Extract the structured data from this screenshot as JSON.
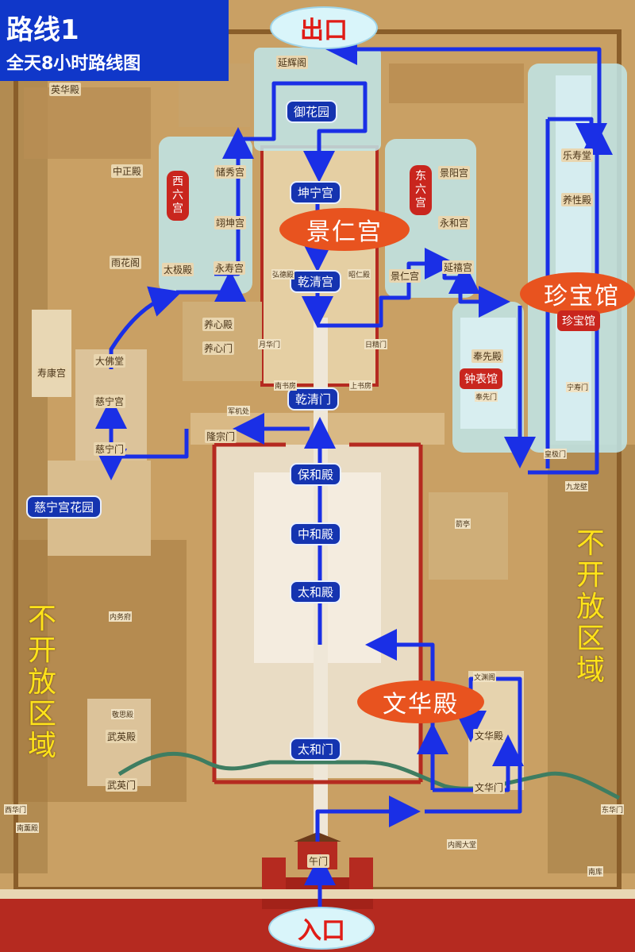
{
  "header": {
    "route_title": "路线1",
    "route_subtitle": "全天8小时路线图"
  },
  "gates": {
    "exit": "出口",
    "entrance": "入口"
  },
  "route_stops": {
    "yuhuayuan": "御花园",
    "kunninggong": "坤宁宫",
    "qianqinggong": "乾清宫",
    "qianqingmen": "乾清门",
    "baohedian": "保和殿",
    "zhonghedian": "中和殿",
    "taihedian": "太和殿",
    "taihemen": "太和门",
    "cininggonghuayuan": "慈宁宫花园"
  },
  "highlights": {
    "jingrengong": "景仁宫",
    "zhenbaoguan_big": "珍宝馆",
    "wenhuadian_big": "文华殿",
    "zhenbaoguan_badge": "珍宝馆",
    "zhongbiaoguan": "钟表馆",
    "xiliugong": "西六宫",
    "dongliugong": "东六宫"
  },
  "closed_areas": {
    "left": "不开放区域",
    "right": "不开放区域"
  },
  "map_labels": {
    "yanhuige": "延辉阁",
    "yingpandian": "英华殿",
    "zhongzhengdian": "中正殿",
    "yuhuage": "雨花阁",
    "chuxiugong": "储秀宫",
    "yikungong": "翊坤宫",
    "taijidian": "太极殿",
    "yongshougong": "永寿宫",
    "yangxindian": "养心殿",
    "yangxinmen": "养心门",
    "shoukanggong": "寿康宫",
    "dafotang": "大佛堂",
    "ciningong": "慈宁宫",
    "ciningmen": "慈宁门",
    "longzongmen": "隆宗门",
    "junjichu": "军机处",
    "yongheggong": "永和宫",
    "jingyanggong": "景阳宫",
    "yanxigong": "延禧宫",
    "jingrengong_small": "景仁宫",
    "fengxiandian": "奉先殿",
    "fengxianmen": "奉先门",
    "leshoutang": "乐寿堂",
    "yangxingdian": "养性殿",
    "huangjimen": "皇极门",
    "ningshougong": "宁寿门",
    "jiulongbi": "九龙壁",
    "jianting": "箭亭",
    "wenhuadian_small": "文华殿",
    "wenhuamen": "文华门",
    "wenyuange": "文渊阁",
    "wuyingdian": "武英殿",
    "wuyingmen": "武英门",
    "jingsidian": "敬思殿",
    "wumen": "午门",
    "xihuamen": "西华门",
    "donghuamen": "东华门",
    "nanxundian": "南薰殿",
    "neigedatang": "内阁大堂",
    "yueshaomen": "月华门",
    "rijingmen": "日精门",
    "nanshufang": "南书房",
    "shangshufang": "上书房",
    "hongdedian": "弘德殿",
    "zhaorendian": "昭仁殿",
    "nanku": "南库",
    "neiwufu": "内务府"
  },
  "colors": {
    "route_blue": "#1a2fe6",
    "highlight_orange": "#e8531f",
    "badge_red": "#c9261e",
    "closed_yellow": "#ffe31a",
    "wall_red": "#b52a20",
    "zone_cyan": "#bfe6ea"
  }
}
